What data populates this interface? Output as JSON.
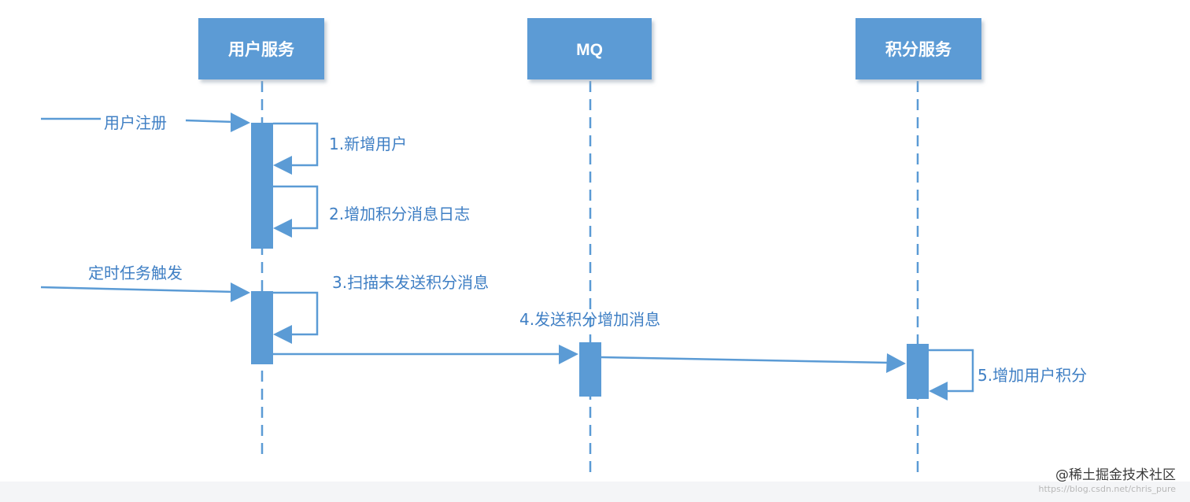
{
  "colors": {
    "box_fill": "#5b9bd5",
    "box_shadow": "#c9d3df",
    "line": "#5b9bd5",
    "label_text": "#3f7fc4"
  },
  "participants": [
    {
      "id": "user",
      "label": "用户服务"
    },
    {
      "id": "mq",
      "label": "MQ"
    },
    {
      "id": "points",
      "label": "积分服务"
    }
  ],
  "messages": [
    {
      "id": "register",
      "label": "用户注册",
      "from": "external",
      "to": "user"
    },
    {
      "id": "step1",
      "label": "1.新增用户",
      "from": "user",
      "to": "user"
    },
    {
      "id": "step2",
      "label": "2.增加积分消息日志",
      "from": "user",
      "to": "user"
    },
    {
      "id": "timer",
      "label": "定时任务触发",
      "from": "external",
      "to": "user"
    },
    {
      "id": "step3",
      "label": "3.扫描未发送积分消息",
      "from": "user",
      "to": "user"
    },
    {
      "id": "step4",
      "label": "4.发送积分增加消息",
      "from": "user",
      "to": "mq"
    },
    {
      "id": "step5",
      "label": "5.增加用户积分",
      "from": "points",
      "to": "points"
    }
  ],
  "watermark": {
    "main": "@稀土掘金技术社区",
    "sub": "https://blog.csdn.net/chris_pure"
  }
}
